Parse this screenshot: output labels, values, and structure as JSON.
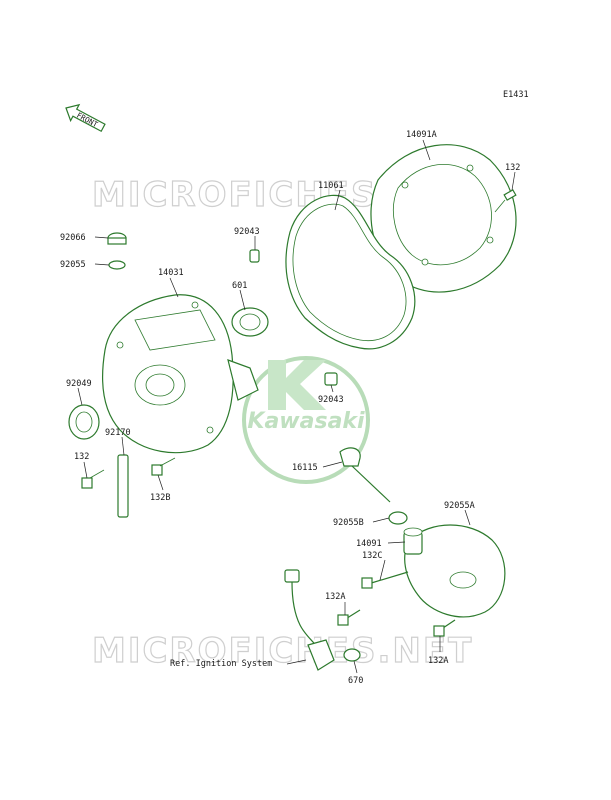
{
  "diagram_code": "E1431",
  "front_label": "FRONT",
  "watermark": "MICROFICHES.NET",
  "brand": "Kawasaki",
  "labels": {
    "p14091A": "14091A",
    "p132_top": "132",
    "p11061": "11061",
    "p92043_top": "92043",
    "p92066": "92066",
    "p92055": "92055",
    "p14031": "14031",
    "p601": "601",
    "p92049": "92049",
    "p92043_mid": "92043",
    "p92170": "92170",
    "p132_left": "132",
    "p132B": "132B",
    "p16115": "16115",
    "p92055B": "92055B",
    "p92055A": "92055A",
    "p14091": "14091",
    "p132C": "132C",
    "p132A_1": "132A",
    "p132A_2": "132A",
    "p670": "670",
    "ref_ignition": "Ref. Ignition System"
  },
  "colors": {
    "part_stroke": "#2d7a2d",
    "watermark": "#cfcfcf",
    "logo_green": "#b8dcb8"
  }
}
